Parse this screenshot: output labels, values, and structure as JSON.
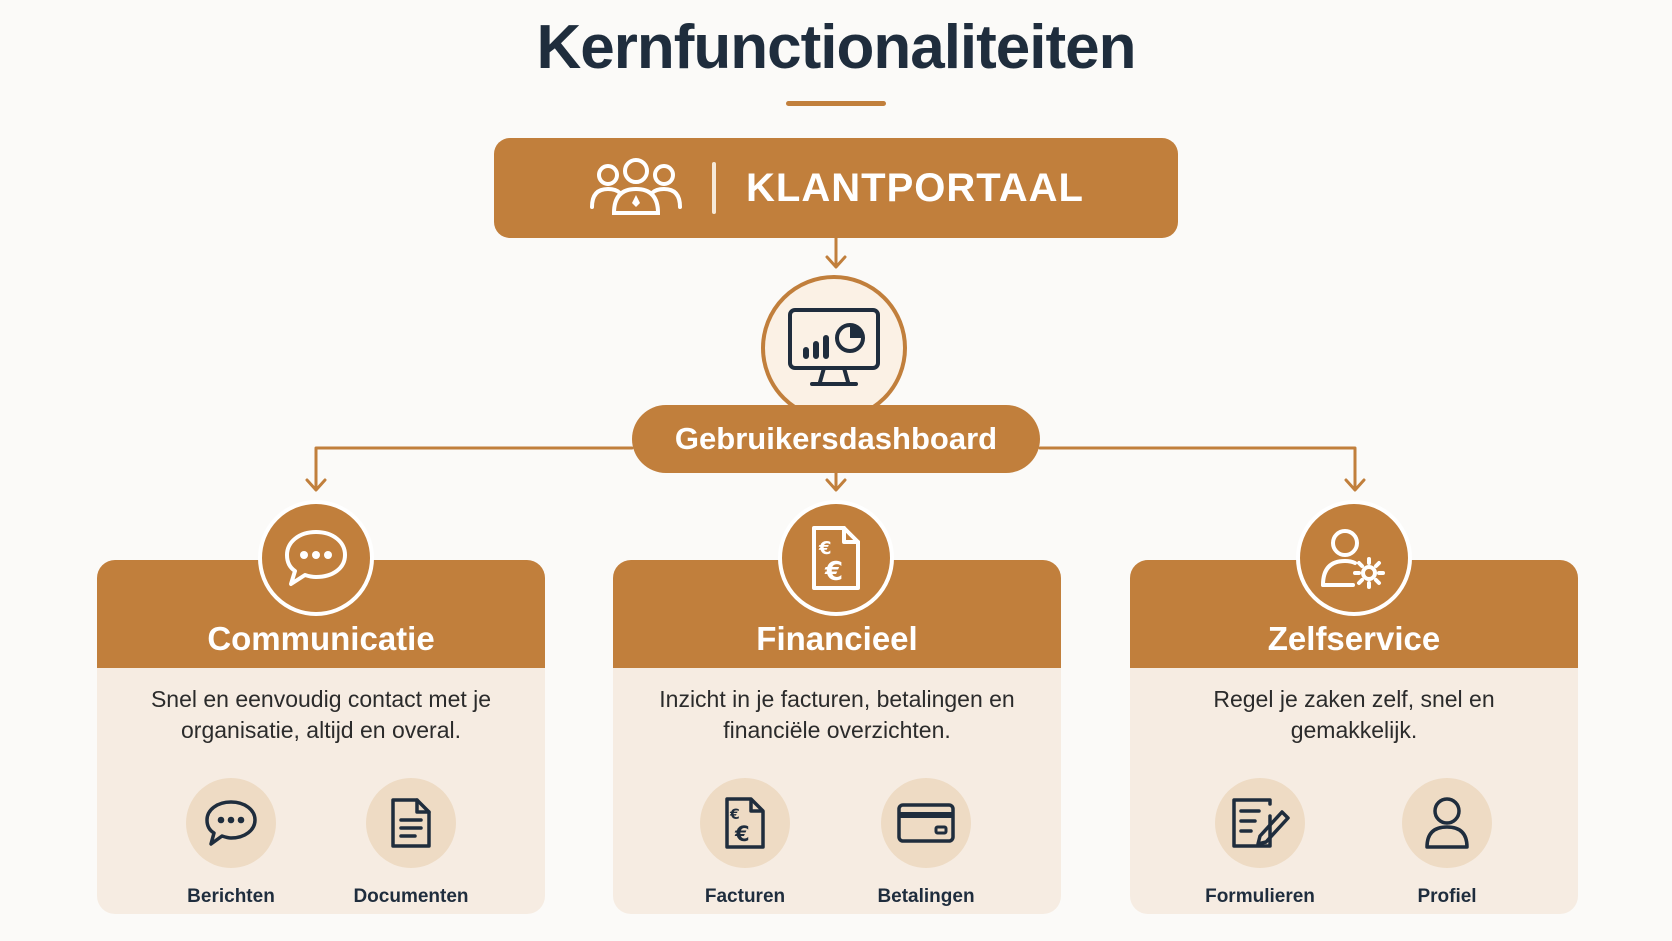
{
  "title": "Kernfunctionaliteiten",
  "colors": {
    "accent": "#c17f3c",
    "heading": "#1f2d3d",
    "card_bg": "#f6ece2",
    "sub_icon_bg": "#eedbc4"
  },
  "portal": {
    "label": "KLANTPORTAAL",
    "icon": "users-group-icon"
  },
  "dashboard": {
    "label": "Gebruikersdashboard",
    "icon": "monitor-chart-icon"
  },
  "cards": [
    {
      "title": "Communicatie",
      "icon": "chat-bubble-icon",
      "description": "Snel en eenvoudig contact met je organisatie, altijd en overal.",
      "items": [
        {
          "label": "Berichten",
          "icon": "message-icon"
        },
        {
          "label": "Documenten",
          "icon": "document-icon"
        }
      ]
    },
    {
      "title": "Financieel",
      "icon": "euro-document-icon",
      "description": "Inzicht in je facturen, betalingen en financiële overzichten.",
      "items": [
        {
          "label": "Facturen",
          "icon": "invoice-icon"
        },
        {
          "label": "Betalingen",
          "icon": "credit-card-icon"
        }
      ]
    },
    {
      "title": "Zelfservice",
      "icon": "user-settings-icon",
      "description": "Regel je zaken zelf, snel en gemakkelijk.",
      "items": [
        {
          "label": "Formulieren",
          "icon": "form-edit-icon"
        },
        {
          "label": "Profiel",
          "icon": "user-icon"
        }
      ]
    }
  ]
}
